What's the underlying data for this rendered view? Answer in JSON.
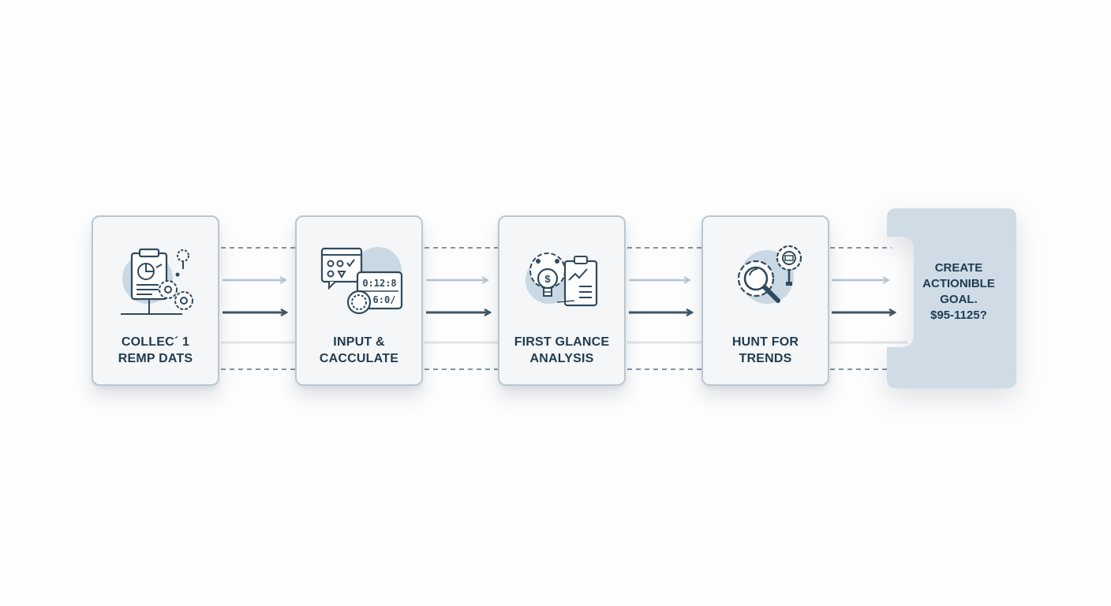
{
  "steps": [
    {
      "line1": "COLLEC´ 1",
      "line2": "REMP DATS"
    },
    {
      "line1": "INPUT &",
      "line2": "CACCULATE"
    },
    {
      "line1": "FIRST GLANCE",
      "line2": "ANALYSIS"
    },
    {
      "line1": "HUNT FOR",
      "line2": "TRENDS"
    }
  ],
  "final": {
    "line1": "CREATE",
    "line2": "ACTIONIBLE",
    "line3": "GOAL.",
    "line4": "$95-1125?"
  },
  "icon_display": {
    "value1": "0:12:8",
    "value2": "6:0/"
  },
  "colors": {
    "primary": "#2f4a5e",
    "accent_light": "#b9ccd9",
    "card_border": "#b9c7d1",
    "final_fill": "#cfdbe5"
  }
}
